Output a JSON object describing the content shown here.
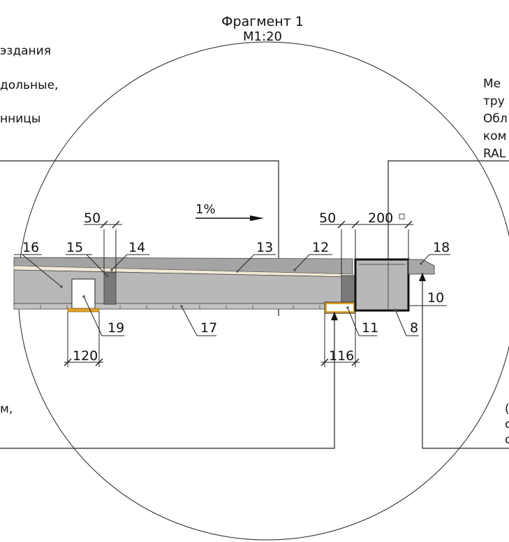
{
  "title": "Фрагмент 1",
  "scale": "М1:20",
  "left_notes": [
    "эздания",
    "дольные,",
    "нницы",
    "м,"
  ],
  "right_notes": [
    "Ме",
    "тру",
    "Обл",
    "ком",
    "RAL"
  ],
  "right_bottom_notes": [
    "(",
    "с",
    "с"
  ],
  "slope": "1%",
  "dimensions": {
    "d50_left": "50",
    "d50_right": "50",
    "d200": "200",
    "d120": "120",
    "d116": "116"
  },
  "callouts": {
    "c16": "16",
    "c15": "15",
    "c14": "14",
    "c13": "13",
    "c12": "12",
    "c18": "18",
    "c10": "10",
    "c19": "19",
    "c17": "17",
    "c11": "11",
    "c8": "8"
  },
  "colors": {
    "membrane": "#f3ead6",
    "insulation": "#b8b8b8",
    "roof_top": "#a4a4a4",
    "deck": "#c2c2c2",
    "block": "#7a7a7a",
    "bracket": "#e1a22a"
  }
}
